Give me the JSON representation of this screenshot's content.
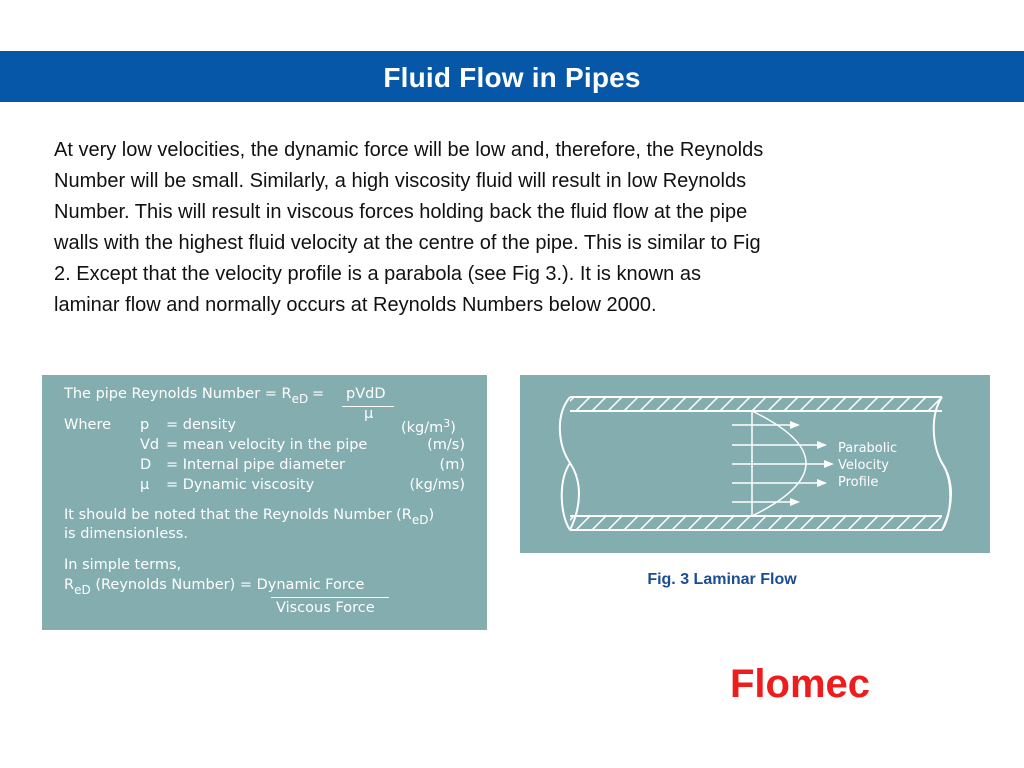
{
  "slide": {
    "title": "Fluid Flow in Pipes",
    "body_lines": [
      "At very low velocities, the dynamic force will be low and, therefore, the Reynolds",
      "Number will be small. Similarly, a high viscosity fluid will result in low Reynolds",
      "Number. This will result in viscous forces holding back the fluid flow at the pipe",
      "walls with the highest fluid velocity at the centre of the pipe. This is similar to Fig",
      "2. Except that the velocity profile is a parabola (see Fig 3.). It is known as",
      "laminar flow and normally occurs at Reynolds Numbers below 2000."
    ]
  },
  "formula_box": {
    "line1_prefix": "The pipe Reynolds Number = R",
    "sub_eD": "eD",
    "equals": "=",
    "numerator": "pVdD",
    "denominator": "µ",
    "where": "Where",
    "definitions": [
      {
        "symbol": "p",
        "desc": "= density",
        "unit": "(kg/m"
      },
      {
        "symbol": "Vd",
        "desc": "= mean velocity in the pipe",
        "unit": "(m/s)"
      },
      {
        "symbol": "D",
        "desc": "= Internal pipe diameter",
        "unit": "(m)"
      },
      {
        "symbol": "µ",
        "desc": "= Dynamic viscosity",
        "unit": "(kg/ms)"
      }
    ],
    "unit_sup": "3",
    "unit_close": ")",
    "note_line1": "It should be noted that the Reynolds Number (R",
    "note_close": ")",
    "note_line2": "is dimensionless.",
    "simple_terms": "In simple terms,",
    "final_prefix": "R",
    "final_mid": "(Reynolds Number) = Dynamic Force",
    "final_denominator": "Viscous Force"
  },
  "figure": {
    "label_line1": "Parabolic",
    "label_line2": "Velocity",
    "label_line3": "Profile",
    "caption": "Fig. 3  Laminar Flow"
  },
  "brand": "Flomec",
  "colors": {
    "title_bar": "#0757a8",
    "panel": "#84adb0",
    "caption": "#1a4e94",
    "brand": "#ee1c1c"
  }
}
